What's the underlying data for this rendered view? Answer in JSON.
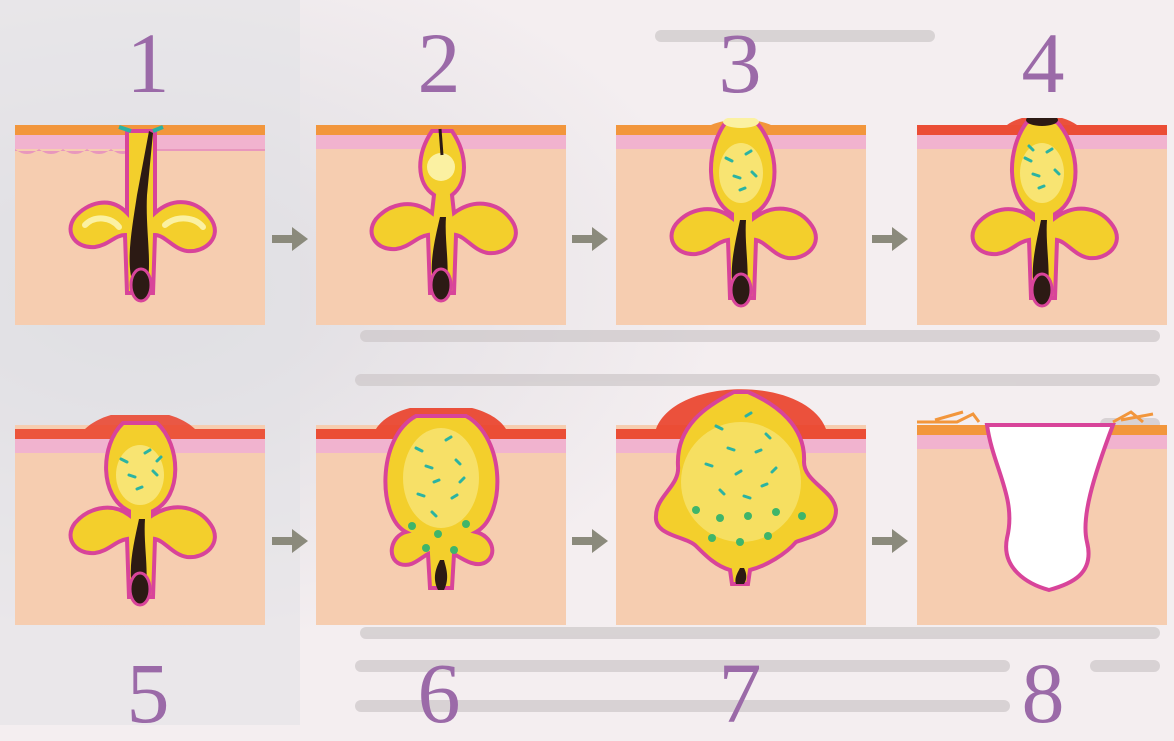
{
  "step_numbers": [
    "1",
    "2",
    "3",
    "4",
    "5",
    "6",
    "7",
    "8"
  ],
  "colors": {
    "number": "#9b6aa8",
    "skin": "#f6cdb0",
    "epidermis_top": "#f2963c",
    "epidermis_pink": "#f1b3cf",
    "follicle_outline": "#d8449a",
    "sebum": "#f3cf2c",
    "sebum_highlight": "#fbf1a2",
    "hair": "#2c1a14",
    "bacteria": "#2bb3a2",
    "inflammation": "#ea3f28",
    "arrow": "#8b8a7c",
    "text_background": "#c7c3c4"
  },
  "icons": [
    "right-arrow-icon"
  ]
}
